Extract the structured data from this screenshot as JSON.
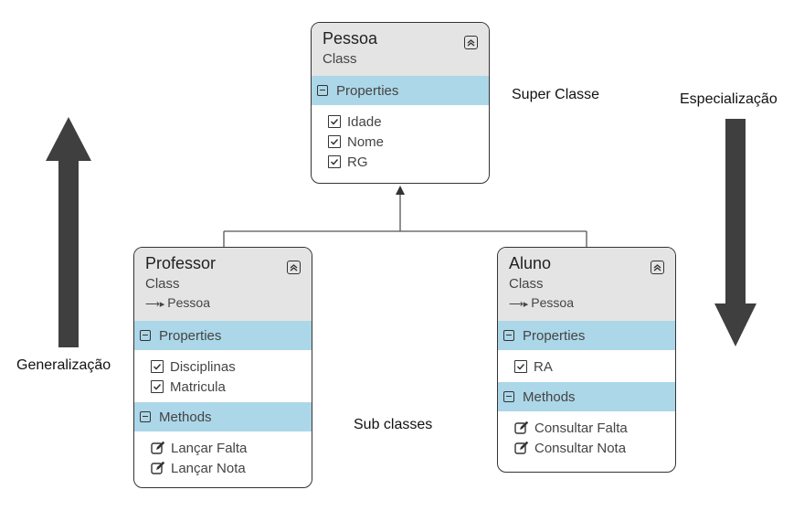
{
  "annotations": {
    "super_class": "Super Classe",
    "sub_classes": "Sub classes",
    "generalization": "Generalização",
    "specialization": "Especialização"
  },
  "classes": {
    "pessoa": {
      "name": "Pessoa",
      "type": "Class",
      "sections": [
        {
          "title": "Properties",
          "items": [
            "Idade",
            "Nome",
            "RG"
          ]
        }
      ]
    },
    "professor": {
      "name": "Professor",
      "type": "Class",
      "parent": "Pessoa",
      "sections": [
        {
          "title": "Properties",
          "items": [
            "Disciplinas",
            "Matricula"
          ]
        },
        {
          "title": "Methods",
          "items": [
            "Lançar Falta",
            "Lançar Nota"
          ]
        }
      ]
    },
    "aluno": {
      "name": "Aluno",
      "type": "Class",
      "parent": "Pessoa",
      "sections": [
        {
          "title": "Properties",
          "items": [
            "RA"
          ]
        },
        {
          "title": "Methods",
          "items": [
            "Consultar Falta",
            "Consultar Nota"
          ]
        }
      ]
    }
  },
  "colors": {
    "section_bg": "#acd7e8",
    "header_bg": "#e4e4e4",
    "arrow": "#3f3f3f"
  },
  "icons": {
    "collapse": "double-chevron-up-icon",
    "property": "checkbox-checked-icon",
    "method": "edit-pencil-icon",
    "section": "minus-box-icon",
    "parent": "inheritance-arrow-icon"
  }
}
